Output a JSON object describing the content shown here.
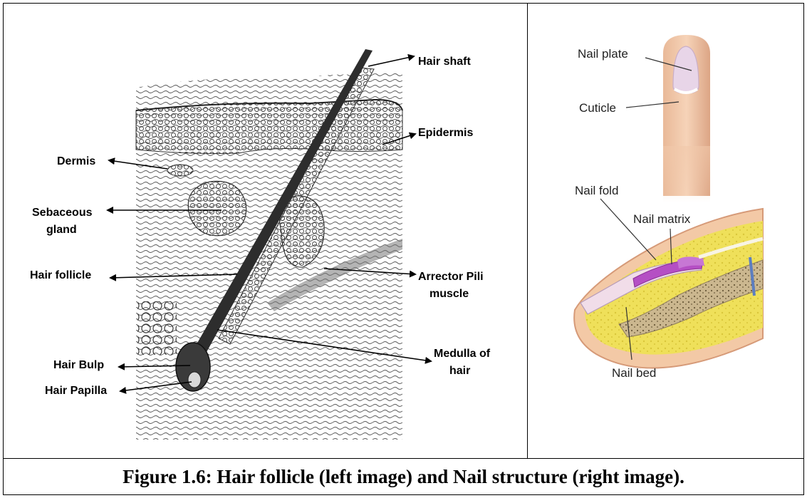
{
  "figure": {
    "caption": "Figure 1.6: Hair follicle (left image) and Nail structure (right image)."
  },
  "hair_diagram": {
    "labels": {
      "hair_shaft": "Hair shaft",
      "epidermis": "Epidermis",
      "dermis": "Dermis",
      "sebaceous_gland_line1": "Sebaceous",
      "sebaceous_gland_line2": "gland",
      "hair_follicle": "Hair follicle",
      "arrector_line1": "Arrector  Pili",
      "arrector_line2": "muscle",
      "medulla_line1": "Medulla of",
      "medulla_line2": "hair",
      "hair_bulp": "Hair Bulp",
      "hair_papilla": "Hair Papilla"
    }
  },
  "nail_diagram": {
    "labels": {
      "nail_plate": "Nail plate",
      "cuticle": "Cuticle",
      "nail_fold": "Nail fold",
      "nail_matrix": "Nail matrix",
      "nail_bed": "Nail bed"
    }
  }
}
